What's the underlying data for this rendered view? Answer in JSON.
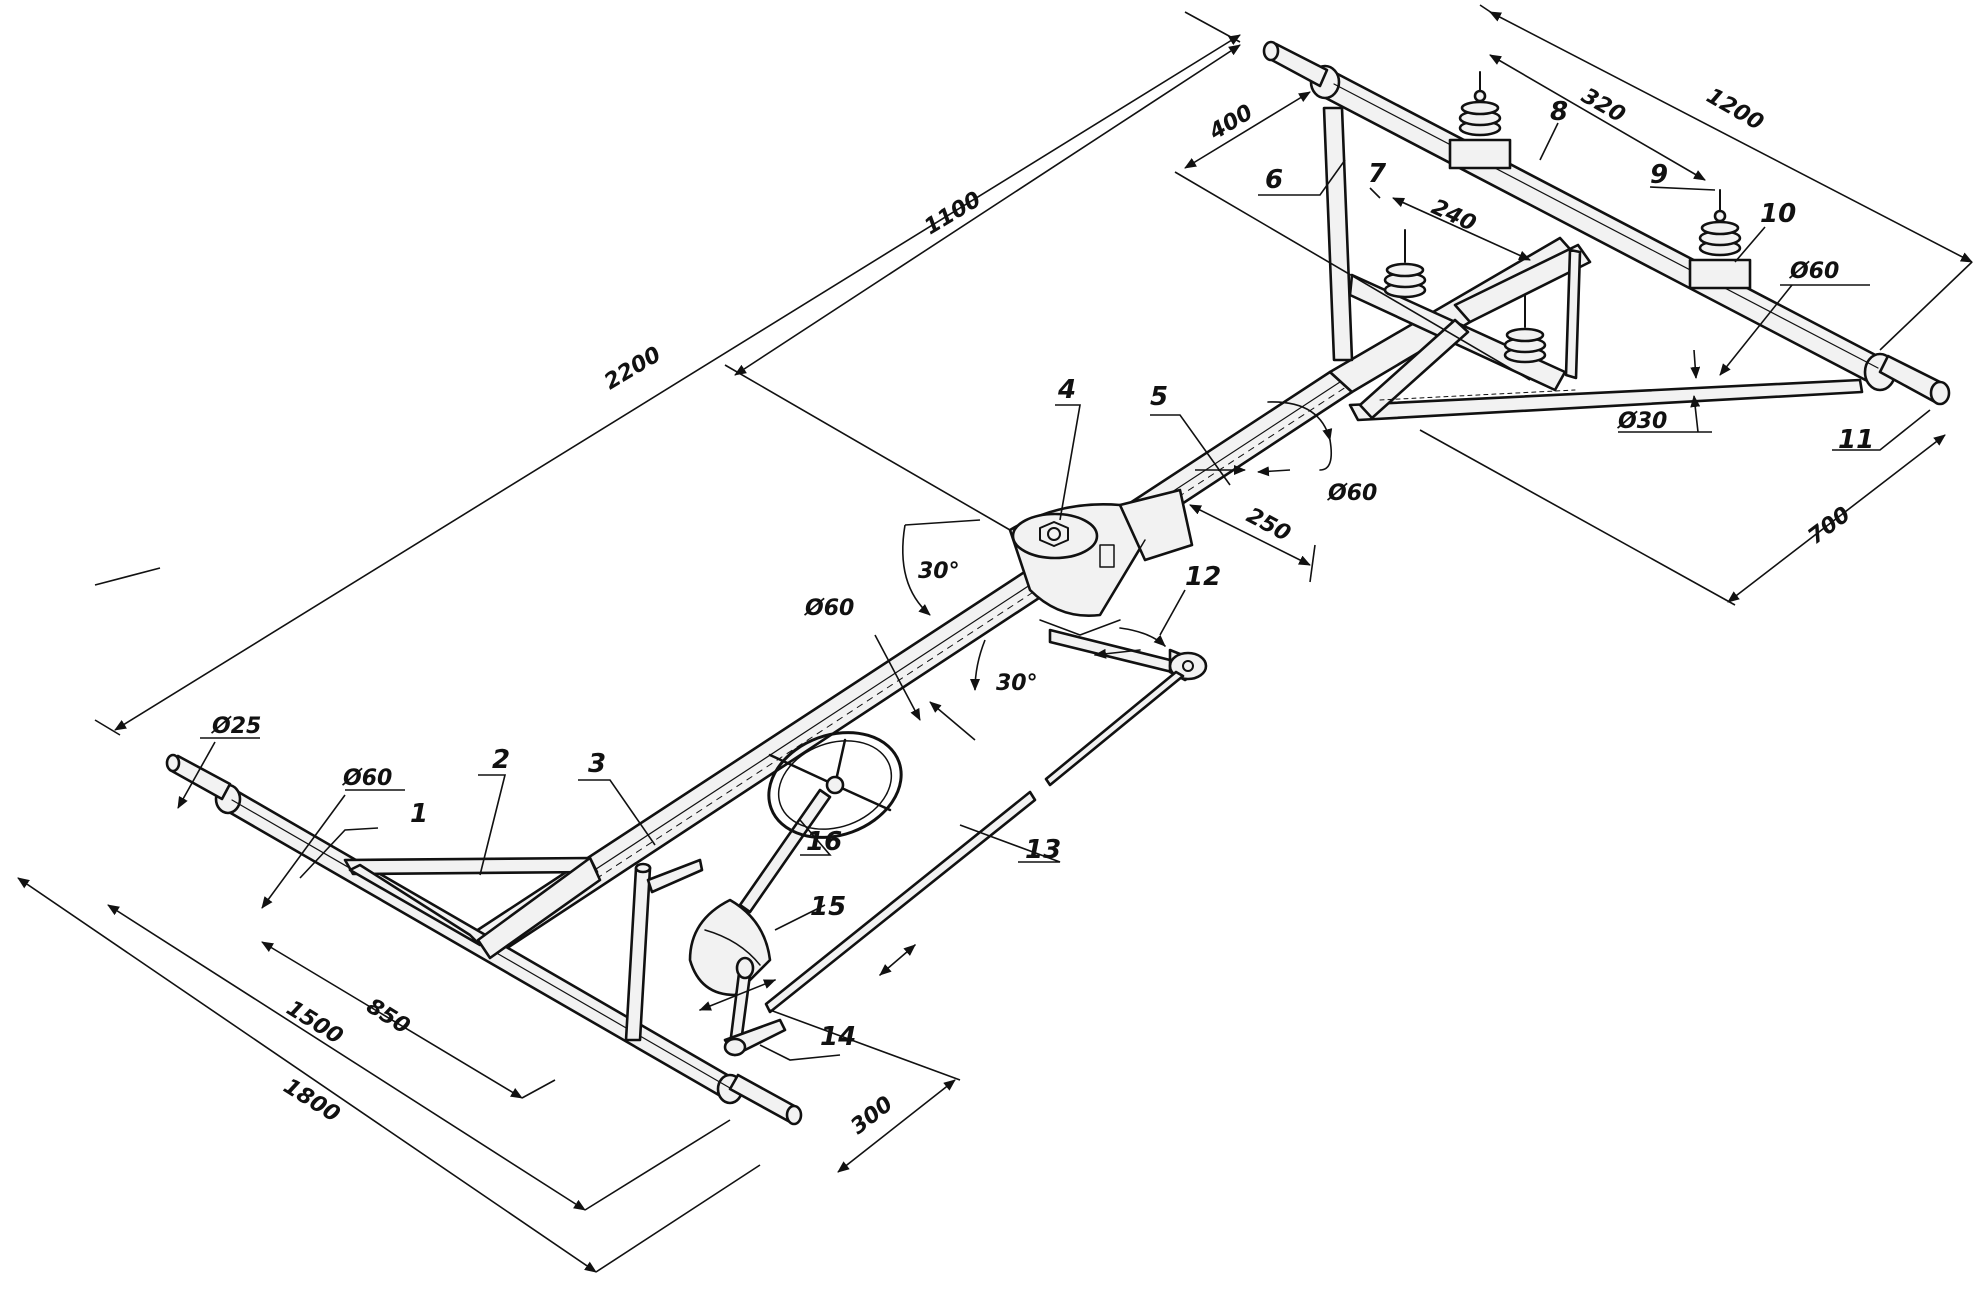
{
  "dimensions": {
    "d2200": "2200",
    "d1100": "1100",
    "d400": "400",
    "d320": "320",
    "d1200": "1200",
    "d240": "240",
    "d60_rear": "Ø60",
    "d30": "Ø30",
    "d700": "700",
    "d60_mid": "Ø60",
    "d250": "250",
    "d30deg_top": "30°",
    "d30deg_bot": "30°",
    "d60_front_tube": "Ø60",
    "d25": "Ø25",
    "d60_front": "Ø60",
    "d850": "850",
    "d1500": "1500",
    "d1800": "1800",
    "d300": "300"
  },
  "parts": {
    "p1": "1",
    "p2": "2",
    "p3": "3",
    "p4": "4",
    "p5": "5",
    "p6": "6",
    "p7": "7",
    "p8": "8",
    "p9": "9",
    "p10": "10",
    "p11": "11",
    "p12": "12",
    "p13": "13",
    "p14": "14",
    "p15": "15",
    "p16": "16"
  }
}
